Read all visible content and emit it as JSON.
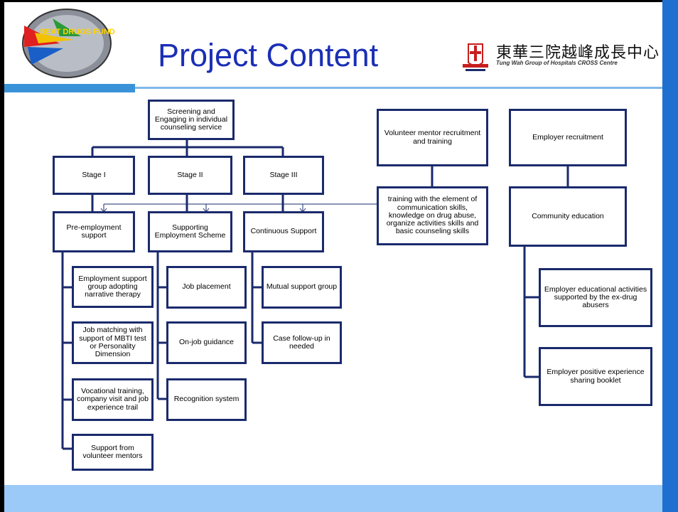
{
  "title": "Project Content",
  "logo": {
    "text": "BEAT DRUGS FUND"
  },
  "organization": {
    "name_cn": "東華三院越峰成長中心",
    "name_en": "Tung Wah Group of Hospitals CROSS Centre"
  },
  "diagram": {
    "root": "Screening and Engaging in individual counseling service",
    "stages": [
      "Stage I",
      "Stage II",
      "Stage III"
    ],
    "stage_outcomes": [
      "Pre-employment support",
      "Supporting Employment Scheme",
      "Continuous Support"
    ],
    "stage1_items": [
      "Employment support group adopting narrative therapy",
      "Job matching with support of MBTI test or Personality Dimension",
      "Vocational training, company visit and job experience trail",
      "Support from volunteer mentors"
    ],
    "stage2_items": [
      "Job placement",
      "On-job guidance",
      "Recognition system"
    ],
    "stage3_items": [
      "Mutual support group",
      "Case follow-up in needed"
    ],
    "volunteer": "Volunteer mentor recruitment and training",
    "volunteer_training": "training with the element of communication skills, knowledge on drug abuse, organize activities skills and basic counseling skills",
    "employer_recruitment": "Employer recruitment",
    "community_education": "Community education",
    "employer_items": [
      "Employer educational activities supported by the ex-drug abusers",
      "Employer positive experience sharing booklet"
    ]
  },
  "colors": {
    "title": "#1b2fb5",
    "box_border": "#1a2a6c",
    "accent": "#1f6fd1",
    "bottom_band": "#9ccaf8"
  }
}
